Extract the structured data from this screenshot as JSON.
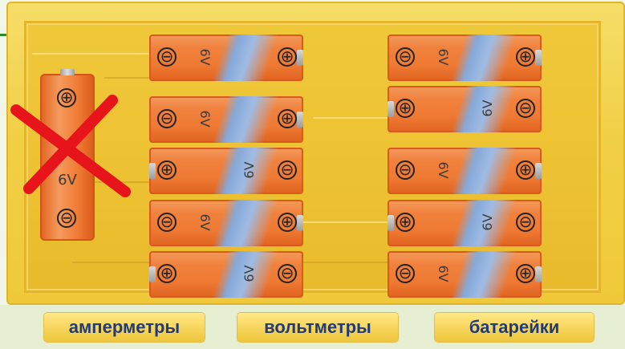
{
  "tabs": [
    {
      "label": "амперметры"
    },
    {
      "label": "вольтметры"
    },
    {
      "label": "батарейки"
    }
  ],
  "single_battery": {
    "voltage": "6V",
    "plus": "⊕",
    "minus": "⊖",
    "crossed_out": true
  },
  "battery_voltage": "6V",
  "symbols": {
    "plus": "⊕",
    "minus": "⊖"
  },
  "colors": {
    "battery_orange": "#ef7a33",
    "band_blue": "#86a9d9",
    "board_yellow": "#efc83a",
    "cross_red": "#e8141b",
    "tab_text": "#1f3b7a"
  }
}
